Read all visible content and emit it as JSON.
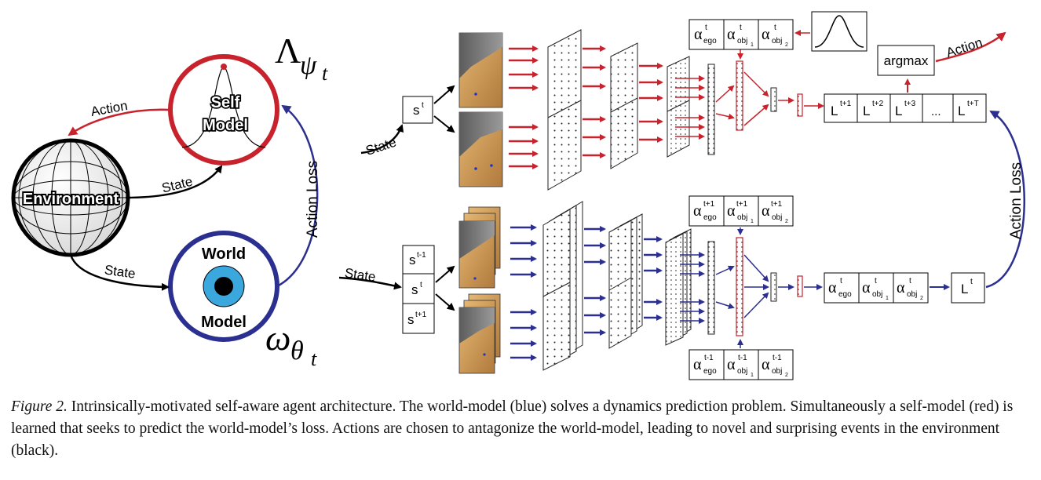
{
  "left_diagram": {
    "environment_label": "Environment",
    "self_model_line1": "Self",
    "self_model_line2": "Model",
    "world_model_line1": "World",
    "world_model_line2": "Model",
    "action_label": "Action",
    "state_label_top": "State",
    "state_label_bottom": "State",
    "action_loss_label": "Action Loss",
    "lambda_symbol": "Λ",
    "lambda_subscript": "ψ",
    "lambda_subsub": "t",
    "omega_symbol": "ω",
    "omega_subscript": "θ",
    "omega_subsub": "t"
  },
  "right_top": {
    "state_label": "State",
    "state_box": {
      "base": "s",
      "sup": "t"
    },
    "alpha_boxes": [
      {
        "sup": "t",
        "sub": "ego"
      },
      {
        "sup": "t",
        "sub": "obj",
        "subsub": "1"
      },
      {
        "sup": "t",
        "sub": "obj",
        "subsub": "2"
      }
    ],
    "argmax_label": "argmax",
    "action_label": "Action",
    "loss_boxes": [
      {
        "base": "L",
        "sup": "t+1"
      },
      {
        "base": "L",
        "sup": "t+2"
      },
      {
        "base": "L",
        "sup": "t+3"
      },
      {
        "base": "...",
        "sup": ""
      },
      {
        "base": "L",
        "sup": "t+T"
      }
    ]
  },
  "right_bottom": {
    "state_label": "State",
    "state_boxes": [
      {
        "base": "s",
        "sup": "t-1"
      },
      {
        "base": "s",
        "sup": "t"
      },
      {
        "base": "s",
        "sup": "t+1"
      }
    ],
    "alpha_top_boxes": [
      {
        "sup": "t+1",
        "sub": "ego"
      },
      {
        "sup": "t+1",
        "sub": "obj",
        "subsub": "1"
      },
      {
        "sup": "t+1",
        "sub": "obj",
        "subsub": "2"
      }
    ],
    "alpha_bottom_boxes": [
      {
        "sup": "t-1",
        "sub": "ego"
      },
      {
        "sup": "t-1",
        "sub": "obj",
        "subsub": "1"
      },
      {
        "sup": "t-1",
        "sub": "obj",
        "subsub": "2"
      }
    ],
    "alpha_output_boxes": [
      {
        "sup": "t",
        "sub": "ego"
      },
      {
        "sup": "t",
        "sub": "obj",
        "subsub": "1"
      },
      {
        "sup": "t",
        "sub": "obj",
        "subsub": "2"
      }
    ],
    "loss_box": {
      "base": "L",
      "sup": "t"
    },
    "action_loss_label": "Action Loss"
  },
  "caption": {
    "figure_label": "Figure 2.",
    "text": " Intrinsically-motivated self-aware agent architecture. The world-model (blue) solves a dynamics prediction problem. Simultaneously a self-model (red) is learned that seeks to predict the world-model’s loss. Actions are chosen to antagonize the world-model, leading to novel and surprising events in the environment (black)."
  },
  "colors": {
    "red": "#c8232c",
    "blue": "#2b2f8f",
    "black": "#000000",
    "iris": "#3aa7dd"
  }
}
